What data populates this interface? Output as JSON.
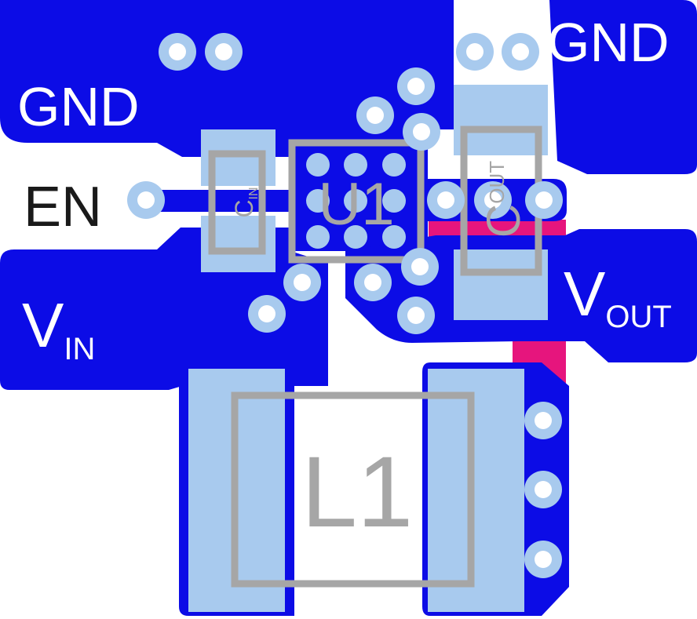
{
  "colors": {
    "copper": "#0c0ce6",
    "pad": "#a8caee",
    "silk": "#a6a6a6",
    "via_ring": "#a8caee",
    "via_hole": "#ffffff",
    "trace_bottom": "#e6157d",
    "net_label": "#ffffff",
    "en_label": "#1a1a1a"
  },
  "nets": {
    "gnd_left": "GND",
    "gnd_right": "GND",
    "en": "EN",
    "vin_main": "V",
    "vin_sub": "IN",
    "vout_main": "V",
    "vout_sub": "OUT"
  },
  "components": {
    "u1": "U1",
    "l1": "L1",
    "cin_main": "C",
    "cin_sub": "IN",
    "cout_main": "C",
    "cout_sub": "OUT"
  }
}
